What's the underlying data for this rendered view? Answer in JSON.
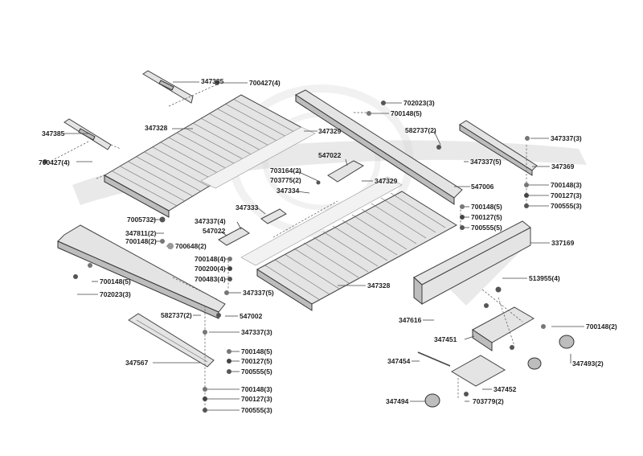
{
  "labels": {
    "p347385_top": "347385",
    "p700427_4_top": "700427(4)",
    "p347385_left": "347385",
    "p347328_top": "347328",
    "p347329_top": "347329",
    "p700427_4_left": "700427(4)",
    "p702023_3_top": "702023(3)",
    "p700148_5_top": "700148(5)",
    "p582737_2_top": "582737(2)",
    "p547022_top": "547022",
    "p703164_2": "703164(2)",
    "p703775_2": "703775(2)",
    "p347334": "347334",
    "p347329_mid": "347329",
    "p547006": "547006",
    "p347337_5_mid": "347337(5)",
    "p347337_3_right": "347337(3)",
    "p347369": "347369",
    "p700148_3_right": "700148(3)",
    "p700127_3_right": "700127(3)",
    "p700555_3_right": "700555(3)",
    "p347333": "347333",
    "p347337_4": "347337(4)",
    "p547022_mid": "547022",
    "p7005732": "7005732)",
    "p347811_2": "347811(2)",
    "p700148_2_left": "700148(2)",
    "p700648_2": "700648(2)",
    "p700148_5_mid": "700148(5)",
    "p700127_5_mid": "700127(5)",
    "p700555_5_mid": "700555(5)",
    "p337169": "337169",
    "p700148_4": "700148(4)",
    "p700200_4": "700200(4)",
    "p700483_4": "700483(4)",
    "p347328_mid": "347328",
    "p700148_5_left": "700148(5)",
    "p702023_3_left": "702023(3)",
    "p347337_5_low": "347337(5)",
    "p513955_4": "513955(4)",
    "p582737_2_low": "582737(2)",
    "p547002": "547002",
    "p347616": "347616",
    "p347337_3_low": "347337(3)",
    "p347451": "347451",
    "p700148_2_right": "700148(2)",
    "p700148_5_low": "700148(5)",
    "p700127_5_low": "700127(5)",
    "p347567": "347567",
    "p700555_5_low": "700555(5)",
    "p347454": "347454",
    "p347493_2": "347493(2)",
    "p700148_3_low": "700148(3)",
    "p700127_3_low": "700127(3)",
    "p347452": "347452",
    "p347494": "347494",
    "p703779_2": "703779(2)",
    "p700555_3_low": "700555(3)"
  },
  "colors": {
    "line": "#444444",
    "part_fill": "#e4e4e4",
    "part_dark": "#bdbdbd",
    "watermark": "#cfcfcf"
  }
}
